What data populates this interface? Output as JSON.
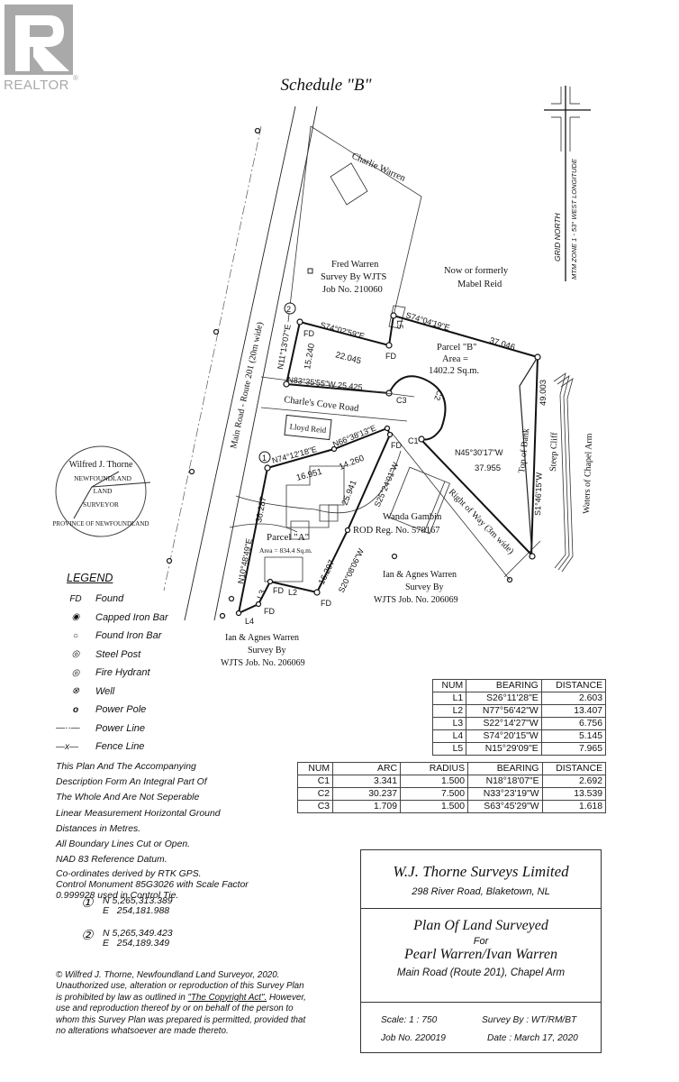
{
  "logo": {
    "text": "REALTOR",
    "mark": "registered"
  },
  "schedule_title": "Schedule \"B\"",
  "north_arrow": {
    "label1": "GRID NORTH",
    "label2": "MTM ZONE 1 - 53° WEST LONGITUDE"
  },
  "plan_labels": {
    "charlie": "Charlie Warren",
    "fred1": "Fred Warren",
    "fred2": "Survey By WJTS",
    "fred3": "Job No. 210060",
    "mabel1": "Now or formerly",
    "mabel2": "Mabel Reid",
    "main_road": "Main Road - Route 201 (20m wide)",
    "cove_road": "Charle's Cove Road",
    "lloyd": "Lloyd Reid",
    "parcel_b1": "Parcel \"B\"",
    "parcel_b2": "Area =",
    "parcel_b3": "1402.2 Sq.m.",
    "parcel_a1": "Parcel \"A\"",
    "parcel_a2": "Area = 834.4 Sq.m.",
    "top_bank": "Top of Bank",
    "steep_cliff": "Steep Cliff",
    "waters": "Waters of Chapel Arm",
    "row": "Right of Way (3m wide)",
    "wanda1": "Wanda Gambin",
    "wanda2": "ROD Reg. No. 578167",
    "ian1": "Ian & Agnes Warren",
    "ian2": "Survey By",
    "ian3": "WJTS Job. No. 206069",
    "b1": "S74°02'59\"E",
    "d1": "22.045",
    "b2": "S74°04'19\"E",
    "d2": "37.046",
    "b3": "N11°13'07\"E",
    "d3": "15.240",
    "b4": "N83°35'55\"W 25.425",
    "d5": "49.003",
    "b5": "S1°46'15\"W",
    "b6": "N45°30'17\"W",
    "d6": "37.955",
    "b7": "N74°12'18\"E",
    "d7": "16.951",
    "b8": "N66°38'13\"E",
    "d8": "14.260",
    "b9": "S25°24'01\"W",
    "d9": "25.941",
    "b10": "S20°08'06\"W",
    "d10": "16.297",
    "b11": "N10°48'49\"E",
    "d11": "36.287",
    "fd": "FD",
    "L2": "L2",
    "L3": "L3",
    "L4": "L4",
    "L5": "L5",
    "C1": "C1",
    "C2": "C2",
    "C3": "C3",
    "pt1": "1",
    "pt2": "2"
  },
  "seal": {
    "name": "Wilfred J. Thorne",
    "l1": "NEWFOUNDLAND",
    "l2": "LAND",
    "l3": "SURVEYOR",
    "ring": "PROVINCE OF NEWFOUNDLAND"
  },
  "legend": {
    "title": "LEGEND",
    "items": [
      {
        "symbol": "FD",
        "label": "Found"
      },
      {
        "symbol": "◉",
        "label": "Capped Iron Bar"
      },
      {
        "symbol": "○",
        "label": "Found Iron Bar"
      },
      {
        "symbol": "◎",
        "label": "Steel Post"
      },
      {
        "symbol": "◎",
        "label": "Fire Hydrant"
      },
      {
        "symbol": "⊗",
        "label": "Well"
      },
      {
        "symbol": "o",
        "label": "Power Pole"
      },
      {
        "symbol": "—··—",
        "label": "Power Line"
      },
      {
        "symbol": "—x—",
        "label": "Fence Line"
      }
    ]
  },
  "notes": [
    "This Plan And The Accompanying",
    "Description Form An Integral Part Of",
    "The Whole And Are Not Seperable",
    "Linear Measurement Horizontal Ground",
    "Distances in Metres.",
    "All Boundary Lines Cut or Open.",
    "NAD 83 Reference Datum.",
    "Co-ordinates derived by RTK GPS.",
    "Control Monument 85G3026 with Scale Factor",
    "0.999928 used in Control Tie."
  ],
  "coordinates": [
    {
      "num": "①",
      "n": "N 5,265,313.389",
      "e": "E   254,181.988"
    },
    {
      "num": "②",
      "n": "N 5,265,349.423",
      "e": "E   254,189.349"
    }
  ],
  "copyright": {
    "part1": "© Wilfred J. Thorne, Newfoundland Land Surveyor, 2020. Unauthorized use, alteration or reproduction of this Survey Plan is prohibited by law as outlined in ",
    "act": "\"The Copyright Act\".",
    "part2": " However, use and reproduction thereof by or on behalf of the person to whom this Survey Plan was prepared is permitted, provided that no alterations whatsoever are made thereto."
  },
  "line_table": {
    "headers": [
      "NUM",
      "BEARING",
      "DISTANCE"
    ],
    "rows": [
      [
        "L1",
        "S26°11'28\"E",
        "2.603"
      ],
      [
        "L2",
        "N77°56'42\"W",
        "13.407"
      ],
      [
        "L3",
        "S22°14'27\"W",
        "6.756"
      ],
      [
        "L4",
        "S74°20'15\"W",
        "5.145"
      ],
      [
        "L5",
        "N15°29'09\"E",
        "7.965"
      ]
    ]
  },
  "curve_table": {
    "headers": [
      "NUM",
      "ARC",
      "RADIUS",
      "BEARING",
      "DISTANCE"
    ],
    "rows": [
      [
        "C1",
        "3.341",
        "1.500",
        "N18°18'07\"E",
        "2.692"
      ],
      [
        "C2",
        "30.237",
        "7.500",
        "N33°23'19\"W",
        "13.539"
      ],
      [
        "C3",
        "1.709",
        "1.500",
        "S63°45'29\"W",
        "1.618"
      ]
    ]
  },
  "title_block": {
    "company": "W.J. Thorne Surveys Limited",
    "address": "298 River Road, Blaketown, NL",
    "plan": "Plan Of Land Surveyed",
    "for": "For",
    "client": "Pearl Warren/Ivan Warren",
    "location": "Main Road (Route 201), Chapel Arm",
    "scale": "Scale:  1 : 750",
    "survey_by": "Survey By :   WT/RM/BT",
    "job": "Job No. 220019",
    "date": "Date : March 17, 2020"
  }
}
